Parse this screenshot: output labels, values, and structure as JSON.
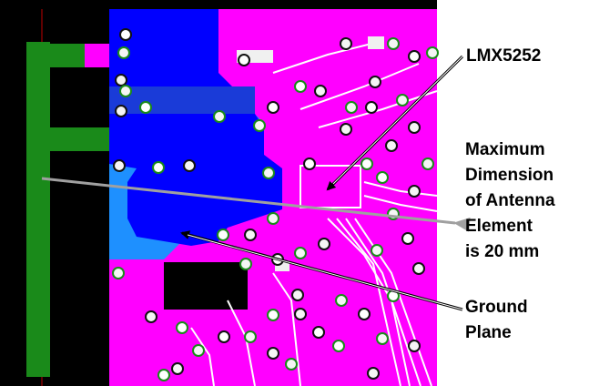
{
  "labels": {
    "chip": "LMX5252",
    "antenna_line1": "Maximum",
    "antenna_line2": "Dimension",
    "antenna_line3": "of Antenna",
    "antenna_line4": "Element",
    "antenna_line5": "is 20 mm",
    "ground_line1": "Ground",
    "ground_line2": "Plane"
  },
  "colors": {
    "board_black": "#000000",
    "copper_magenta": "#ff00ff",
    "ground_blue": "#0000ff",
    "pour_cyan": "#1e90ff",
    "antenna_green": "#1a8a1a",
    "trace_white": "#ffffff",
    "pad_light": "#f0f0f0",
    "leader_gray": "#a0a0a0"
  }
}
